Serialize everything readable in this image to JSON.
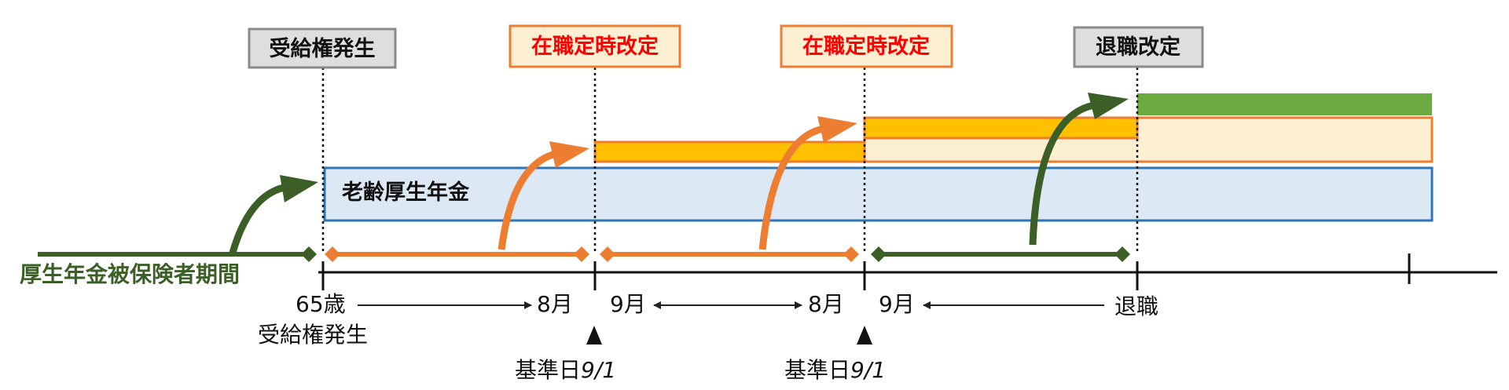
{
  "colors": {
    "blue_fill": "#dde8f5",
    "blue_stroke": "#2e75b6",
    "orange_light": "#fdf0d2",
    "orange_stroke": "#ed7d31",
    "gold": "#ffc000",
    "green_bar": "#6aaa3f",
    "dark_green": "#3b5f26",
    "gray_fill": "#dedede",
    "gray_stroke": "#8a8a8a",
    "red_text": "#ff0000"
  },
  "top_boxes": [
    {
      "label": "受給権発生",
      "style": "gray"
    },
    {
      "label": "在職定時改定",
      "style": "orange"
    },
    {
      "label": "在職定時改定",
      "style": "orange"
    },
    {
      "label": "退職改定",
      "style": "gray"
    }
  ],
  "pension_label": "老齢厚生年金",
  "insured_period_label": "厚生年金被保険者期間",
  "bottom_labels": {
    "age65": "65歳",
    "grant": "受給権発生",
    "aug1": "8月",
    "sep1": "9月",
    "aug2": "8月",
    "sep2": "9月",
    "retire": "退職"
  },
  "reference_days": [
    {
      "text": "基準日",
      "date": "9/1"
    },
    {
      "text": "基準日",
      "date": "9/1"
    }
  ]
}
